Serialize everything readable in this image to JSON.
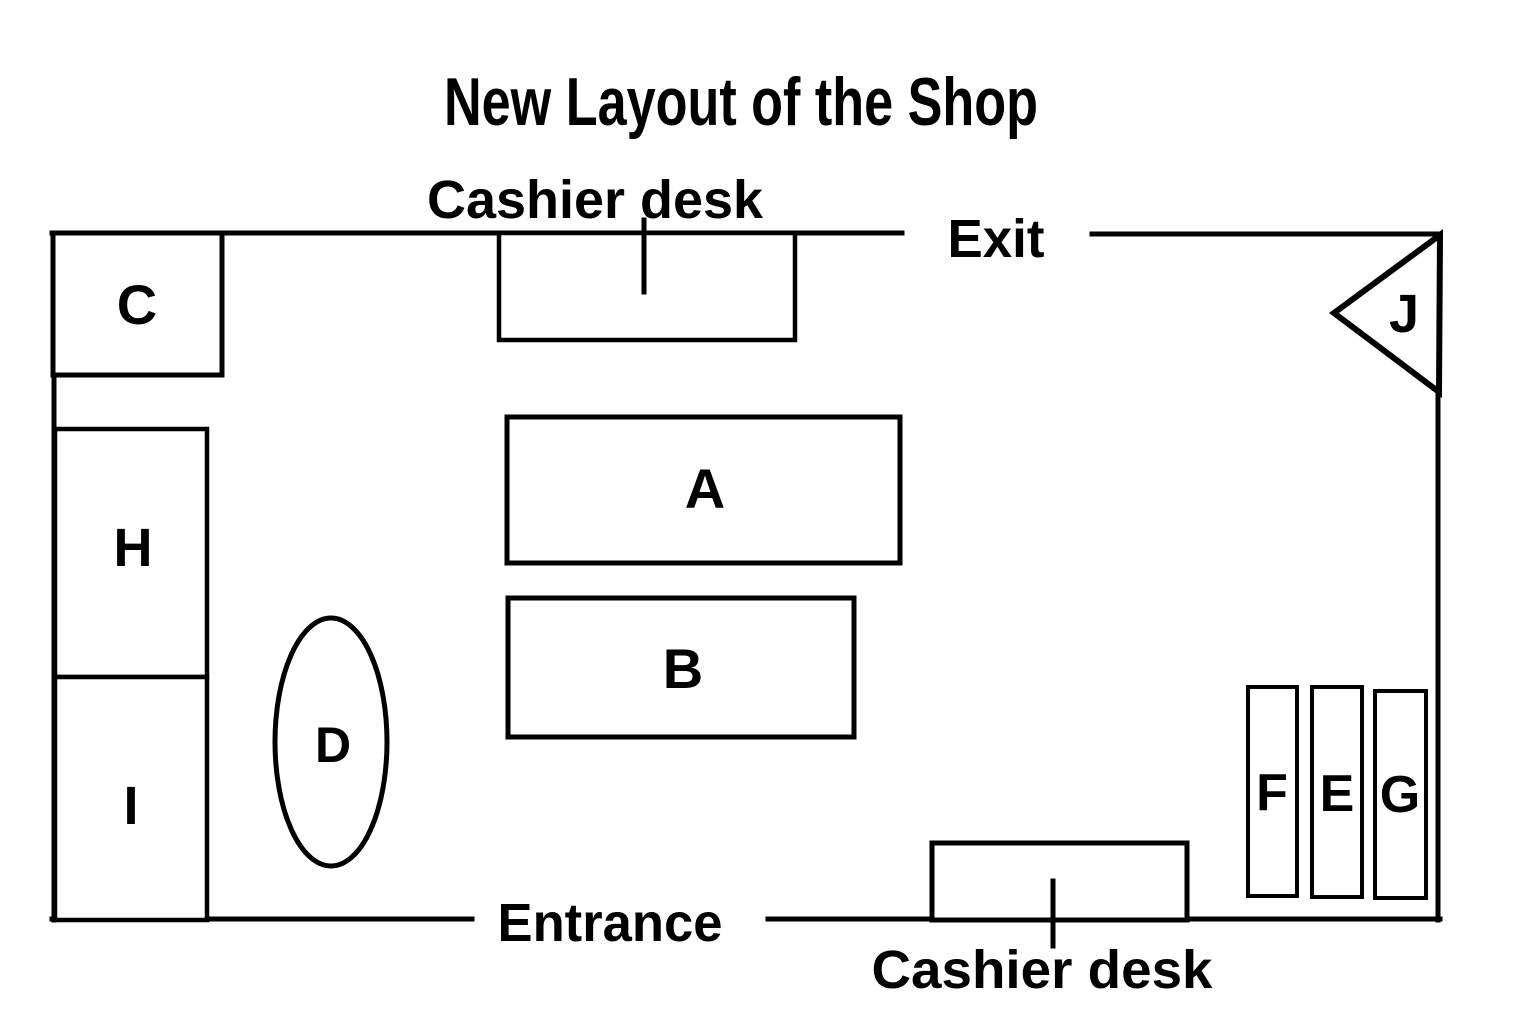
{
  "title": "New Layout of the Shop",
  "labels": {
    "cashier_desk_top": "Cashier desk",
    "exit": "Exit",
    "entrance": "Entrance",
    "cashier_desk_bottom": "Cashier desk"
  },
  "areas": {
    "a": "A",
    "b": "B",
    "c": "C",
    "d": "D",
    "e": "E",
    "f": "F",
    "g": "G",
    "h": "H",
    "i": "I",
    "j": "J"
  },
  "colors": {
    "ink": "#000000",
    "background": "#ffffff"
  }
}
